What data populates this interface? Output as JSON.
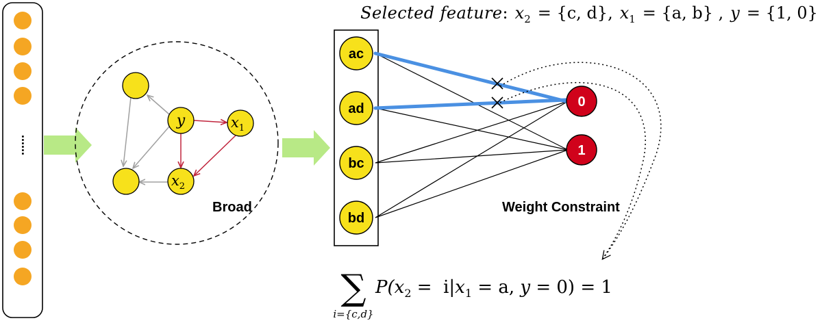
{
  "colors": {
    "orange_node": "#F5A623",
    "yellow_node": "#F7E11B",
    "red_node": "#D0021B",
    "blue_edge": "#4A90E2",
    "green_arrow": "#B8E986",
    "gray_edge": "#A0A0A0",
    "red_edge": "#C0243C"
  },
  "left_column": {
    "top_node_count": 4,
    "bottom_node_count": 4,
    "ellipsis": "......"
  },
  "graph": {
    "label": "Broad",
    "y_var": "y",
    "x1_var": "x",
    "x1_sub": "1",
    "x2_var": "x",
    "x2_sub": "2"
  },
  "selected_feature": {
    "prefix": "Selected feature",
    "colon": ":",
    "x2_name": "x",
    "x2_sub": "2",
    "x2_set": "= {c, d},",
    "x1_name": "x",
    "x1_sub": "1",
    "x1_set": "= {a, b} ,",
    "y_name": "y",
    "y_set": "= {1, 0}"
  },
  "features": [
    "ac",
    "ad",
    "bc",
    "bd"
  ],
  "classes": [
    "0",
    "1"
  ],
  "weight_constraint_label": "Weight Constraint",
  "formula": {
    "sigma": "∑",
    "subscript": "i={c,d}",
    "body_pre": "P(",
    "x2": "x",
    "x2_sub": "2",
    "eq_i": " =  i|",
    "x1": "x",
    "x1_sub": "1",
    "eq_a": " = a, ",
    "y": "y",
    "tail": " = 0) = 1"
  }
}
